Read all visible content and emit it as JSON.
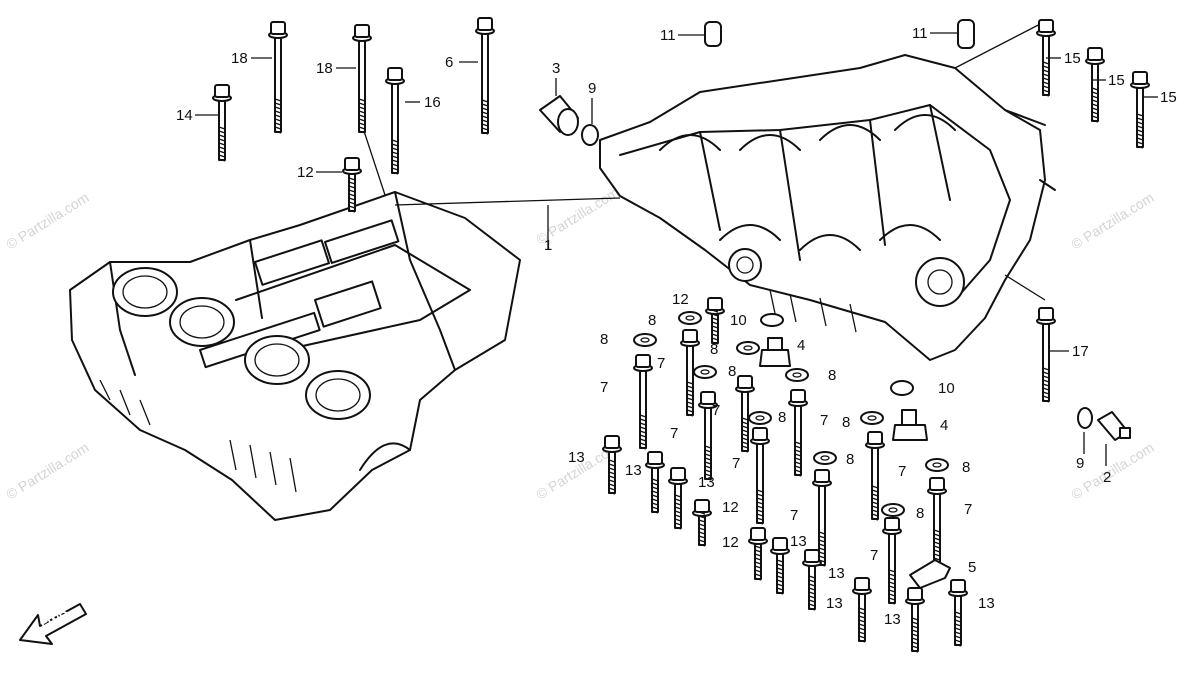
{
  "watermark": "© Partzilla.com",
  "fwd_label": "FWD",
  "labels": {
    "l1": "1",
    "l2": "2",
    "l3": "3",
    "l4a": "4",
    "l4b": "4",
    "l5": "5",
    "l6": "6",
    "l7a": "7",
    "l7b": "7",
    "l7c": "7",
    "l7d": "7",
    "l7e": "7",
    "l7f": "7",
    "l7g": "7",
    "l7h": "7",
    "l7i": "7",
    "l7j": "7",
    "l8a": "8",
    "l8b": "8",
    "l8c": "8",
    "l8d": "8",
    "l8e": "8",
    "l8f": "8",
    "l8g": "8",
    "l8h": "8",
    "l8i": "8",
    "l8j": "8",
    "l9a": "9",
    "l9b": "9",
    "l10a": "10",
    "l10b": "10",
    "l11a": "11",
    "l11b": "11",
    "l12a": "12",
    "l12b": "12",
    "l12c": "12",
    "l12d": "12",
    "l13a": "13",
    "l13b": "13",
    "l13c": "13",
    "l13d": "13",
    "l13e": "13",
    "l13f": "13",
    "l13g": "13",
    "l13h": "13",
    "l14": "14",
    "l15a": "15",
    "l15b": "15",
    "l15c": "15",
    "l16": "16",
    "l17": "17",
    "l18a": "18",
    "l18b": "18"
  }
}
